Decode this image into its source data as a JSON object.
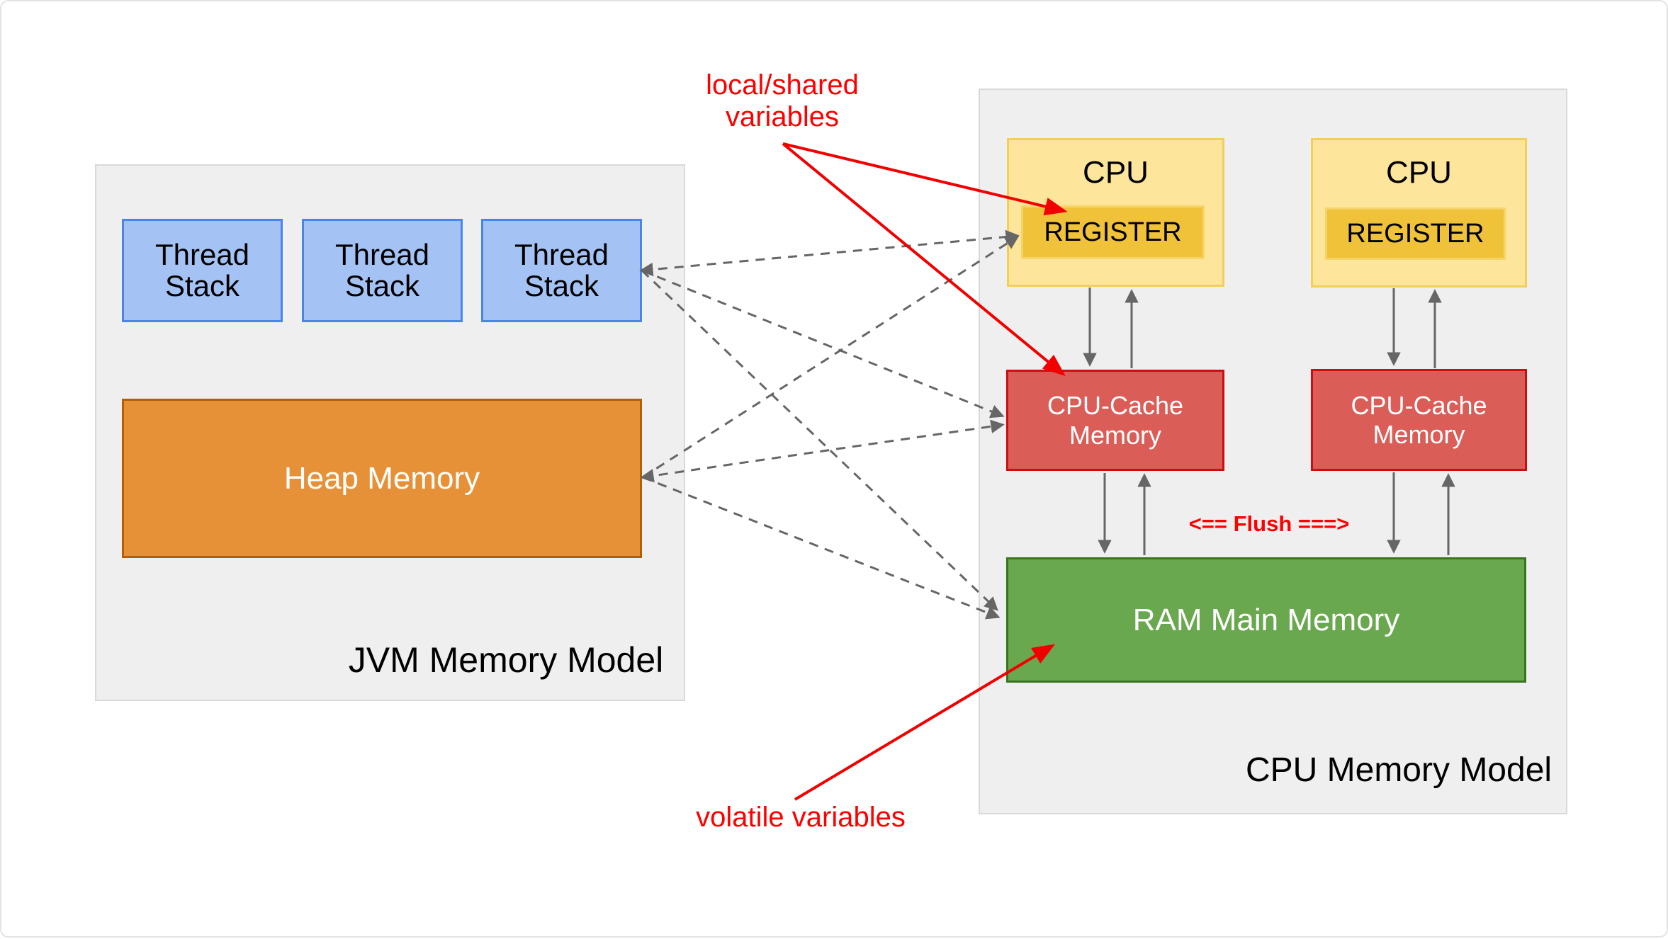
{
  "diagram": {
    "jvm_panel": {
      "title": "JVM Memory Model",
      "thread_stacks": [
        {
          "label": "Thread Stack"
        },
        {
          "label": "Thread Stack"
        },
        {
          "label": "Thread Stack"
        }
      ],
      "heap": {
        "label": "Heap Memory"
      }
    },
    "cpu_panel": {
      "title": "CPU Memory Model",
      "cpus": [
        {
          "label": "CPU",
          "register": "REGISTER"
        },
        {
          "label": "CPU",
          "register": "REGISTER"
        }
      ],
      "caches": [
        {
          "label": "CPU-Cache Memory"
        },
        {
          "label": "CPU-Cache Memory"
        }
      ],
      "ram": {
        "label": "RAM Main Memory"
      },
      "flush_label": "<== Flush ===>"
    },
    "annotations": {
      "local_shared": "local/shared\nvariables",
      "volatile": "volatile variables"
    },
    "colors": {
      "panel_bg": "#efefef",
      "panel_border": "#d9d9d9",
      "thread_stack_fill": "#a4c2f4",
      "thread_stack_border": "#4a86e8",
      "heap_fill": "#e69138",
      "heap_border": "#b45f06",
      "cpu_fill": "#fde59b",
      "cpu_border": "#f5ce58",
      "register_fill": "#efc23a",
      "cache_fill": "#da5d58",
      "cache_border": "#cc0e0e",
      "ram_fill": "#6aa84f",
      "ram_border": "#38761d",
      "arrow_gray": "#666666",
      "annotation_red": "#fe0000"
    }
  }
}
